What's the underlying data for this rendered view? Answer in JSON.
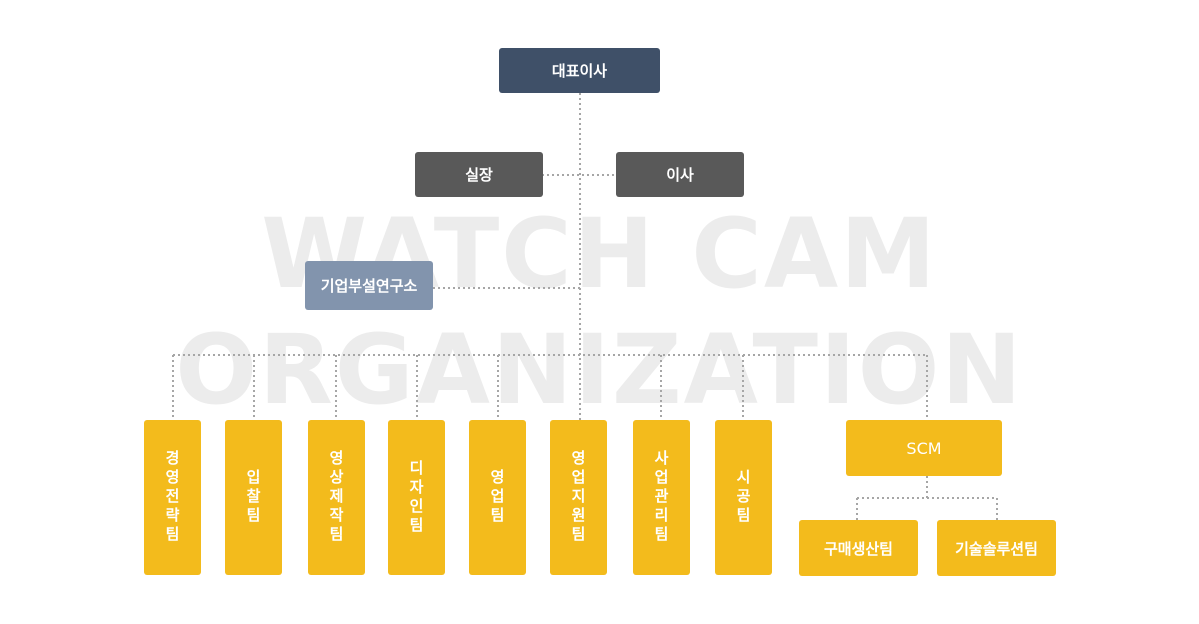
{
  "watermark": {
    "line1": "WATCH CAM",
    "line2": "ORGANIZATION"
  },
  "nodes": {
    "ceo": "대표이사",
    "office_head": "실장",
    "director": "이사",
    "research_lab": "기업부설연구소",
    "teams": [
      "경영전략팀",
      "입찰팀",
      "영상제작팀",
      "디자인팀",
      "영업팀",
      "영업지원팀",
      "사업관리팀",
      "시공팀"
    ],
    "scm": "SCM",
    "scm_teams": [
      "구매생산팀",
      "기술솔루션팀"
    ]
  },
  "colors": {
    "ceo": "#3f5068",
    "executive": "#595959",
    "lab": "#8294ad",
    "team": "#f3bb1c",
    "connector": "#a6a6a6",
    "watermark": "#ececec"
  }
}
